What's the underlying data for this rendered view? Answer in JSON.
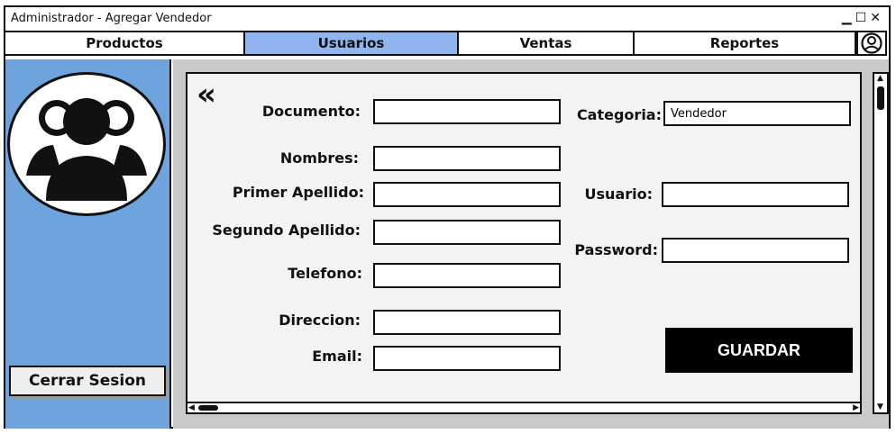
{
  "window": {
    "title": "Administrador  - Agregar Vendedor",
    "controls": {
      "minimize": "▁",
      "maximize": "☐",
      "close": "✕"
    }
  },
  "nav": {
    "tabs": [
      {
        "label": "Productos",
        "active": false
      },
      {
        "label": "Usuarios",
        "active": true
      },
      {
        "label": "Ventas",
        "active": false
      },
      {
        "label": "Reportes",
        "active": false
      }
    ],
    "user_icon": "user-circle-icon"
  },
  "sidebar": {
    "avatar_icon": "users-group-icon",
    "logout_label": "Cerrar Sesion"
  },
  "form": {
    "back_icon": "«",
    "fields": {
      "documento": {
        "label": "Documento:",
        "value": ""
      },
      "nombres": {
        "label": "Nombres:",
        "value": ""
      },
      "primer_apellido": {
        "label": "Primer Apellido:",
        "value": ""
      },
      "segundo_apellido": {
        "label": "Segundo Apellido:",
        "value": ""
      },
      "telefono": {
        "label": "Telefono:",
        "value": ""
      },
      "direccion": {
        "label": "Direccion:",
        "value": ""
      },
      "email": {
        "label": "Email:",
        "value": ""
      },
      "categoria": {
        "label": "Categoria:",
        "value": "Vendedor"
      },
      "usuario": {
        "label": "Usuario:",
        "value": ""
      },
      "password": {
        "label": "Password:",
        "value": ""
      }
    },
    "save_label": "GUARDAR"
  },
  "colors": {
    "sidebar": "#6fa3dc",
    "active_tab": "#8fb4ee",
    "content_bg": "#c9c9c9",
    "panel_bg": "#f3f3f3"
  }
}
